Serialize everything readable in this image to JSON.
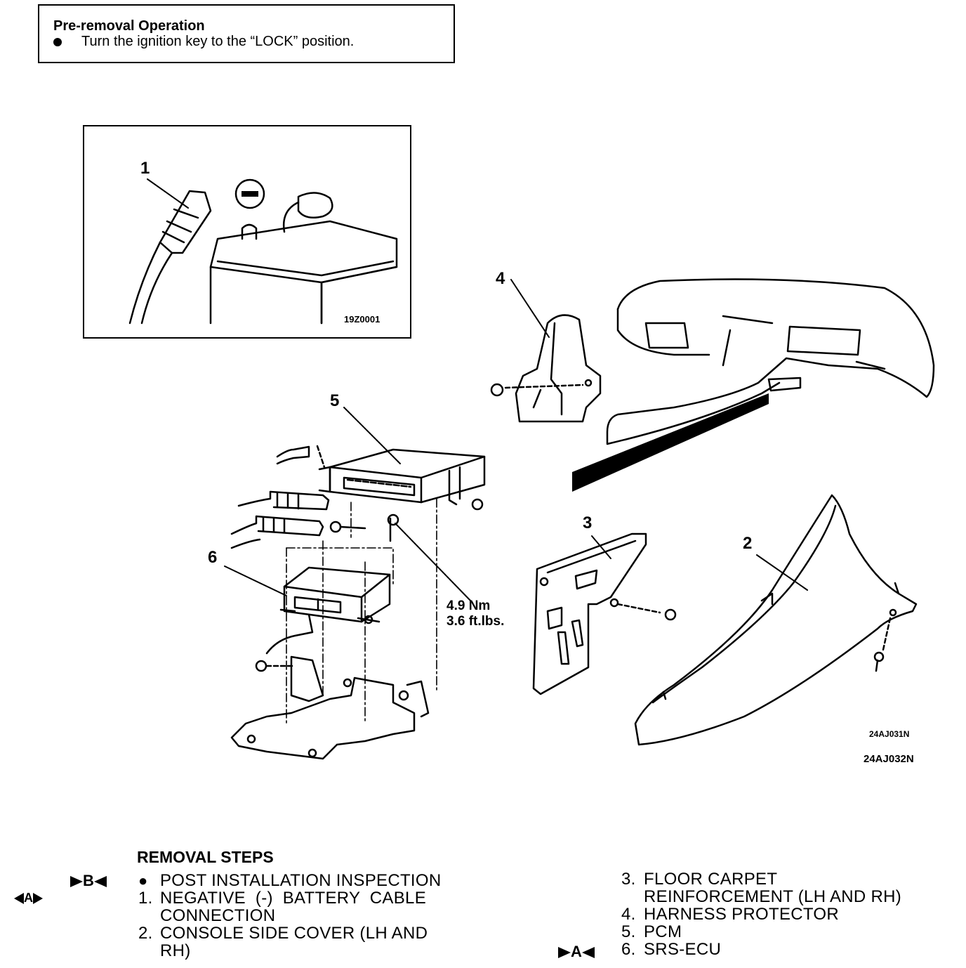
{
  "pre_removal": {
    "title": "Pre-removal Operation",
    "item": "Turn the ignition key to the “LOCK” position."
  },
  "inset_figure": {
    "callout": "1",
    "code": "19Z0001"
  },
  "main_figure": {
    "callouts": {
      "c2": "2",
      "c3": "3",
      "c4": "4",
      "c5": "5",
      "c6": "6"
    },
    "torque_nm": "4.9 Nm",
    "torque_ftlbs": "3.6 ft.lbs.",
    "code_1": "24AJ031N",
    "code_2": "24AJ032N"
  },
  "removal_steps": {
    "heading": "REMOVAL STEPS",
    "mark_b": "B",
    "mark_a_left": "A",
    "mark_a_right": "A",
    "left": [
      {
        "num": "●",
        "line1": "POST INSTALLATION INSPECTION"
      },
      {
        "num": "1.",
        "line1": "NEGATIVE  (-)  BATTERY  CABLE",
        "line2": "CONNECTION"
      },
      {
        "num": "2.",
        "line1": "CONSOLE SIDE COVER (LH AND",
        "line2": "RH)"
      }
    ],
    "right": [
      {
        "num": "3.",
        "line1": "FLOOR CARPET",
        "line2": "REINFORCEMENT (LH AND RH)"
      },
      {
        "num": "4.",
        "line1": "HARNESS PROTECTOR"
      },
      {
        "num": "5.",
        "line1": "PCM"
      },
      {
        "num": "6.",
        "line1": "SRS-ECU"
      }
    ]
  }
}
